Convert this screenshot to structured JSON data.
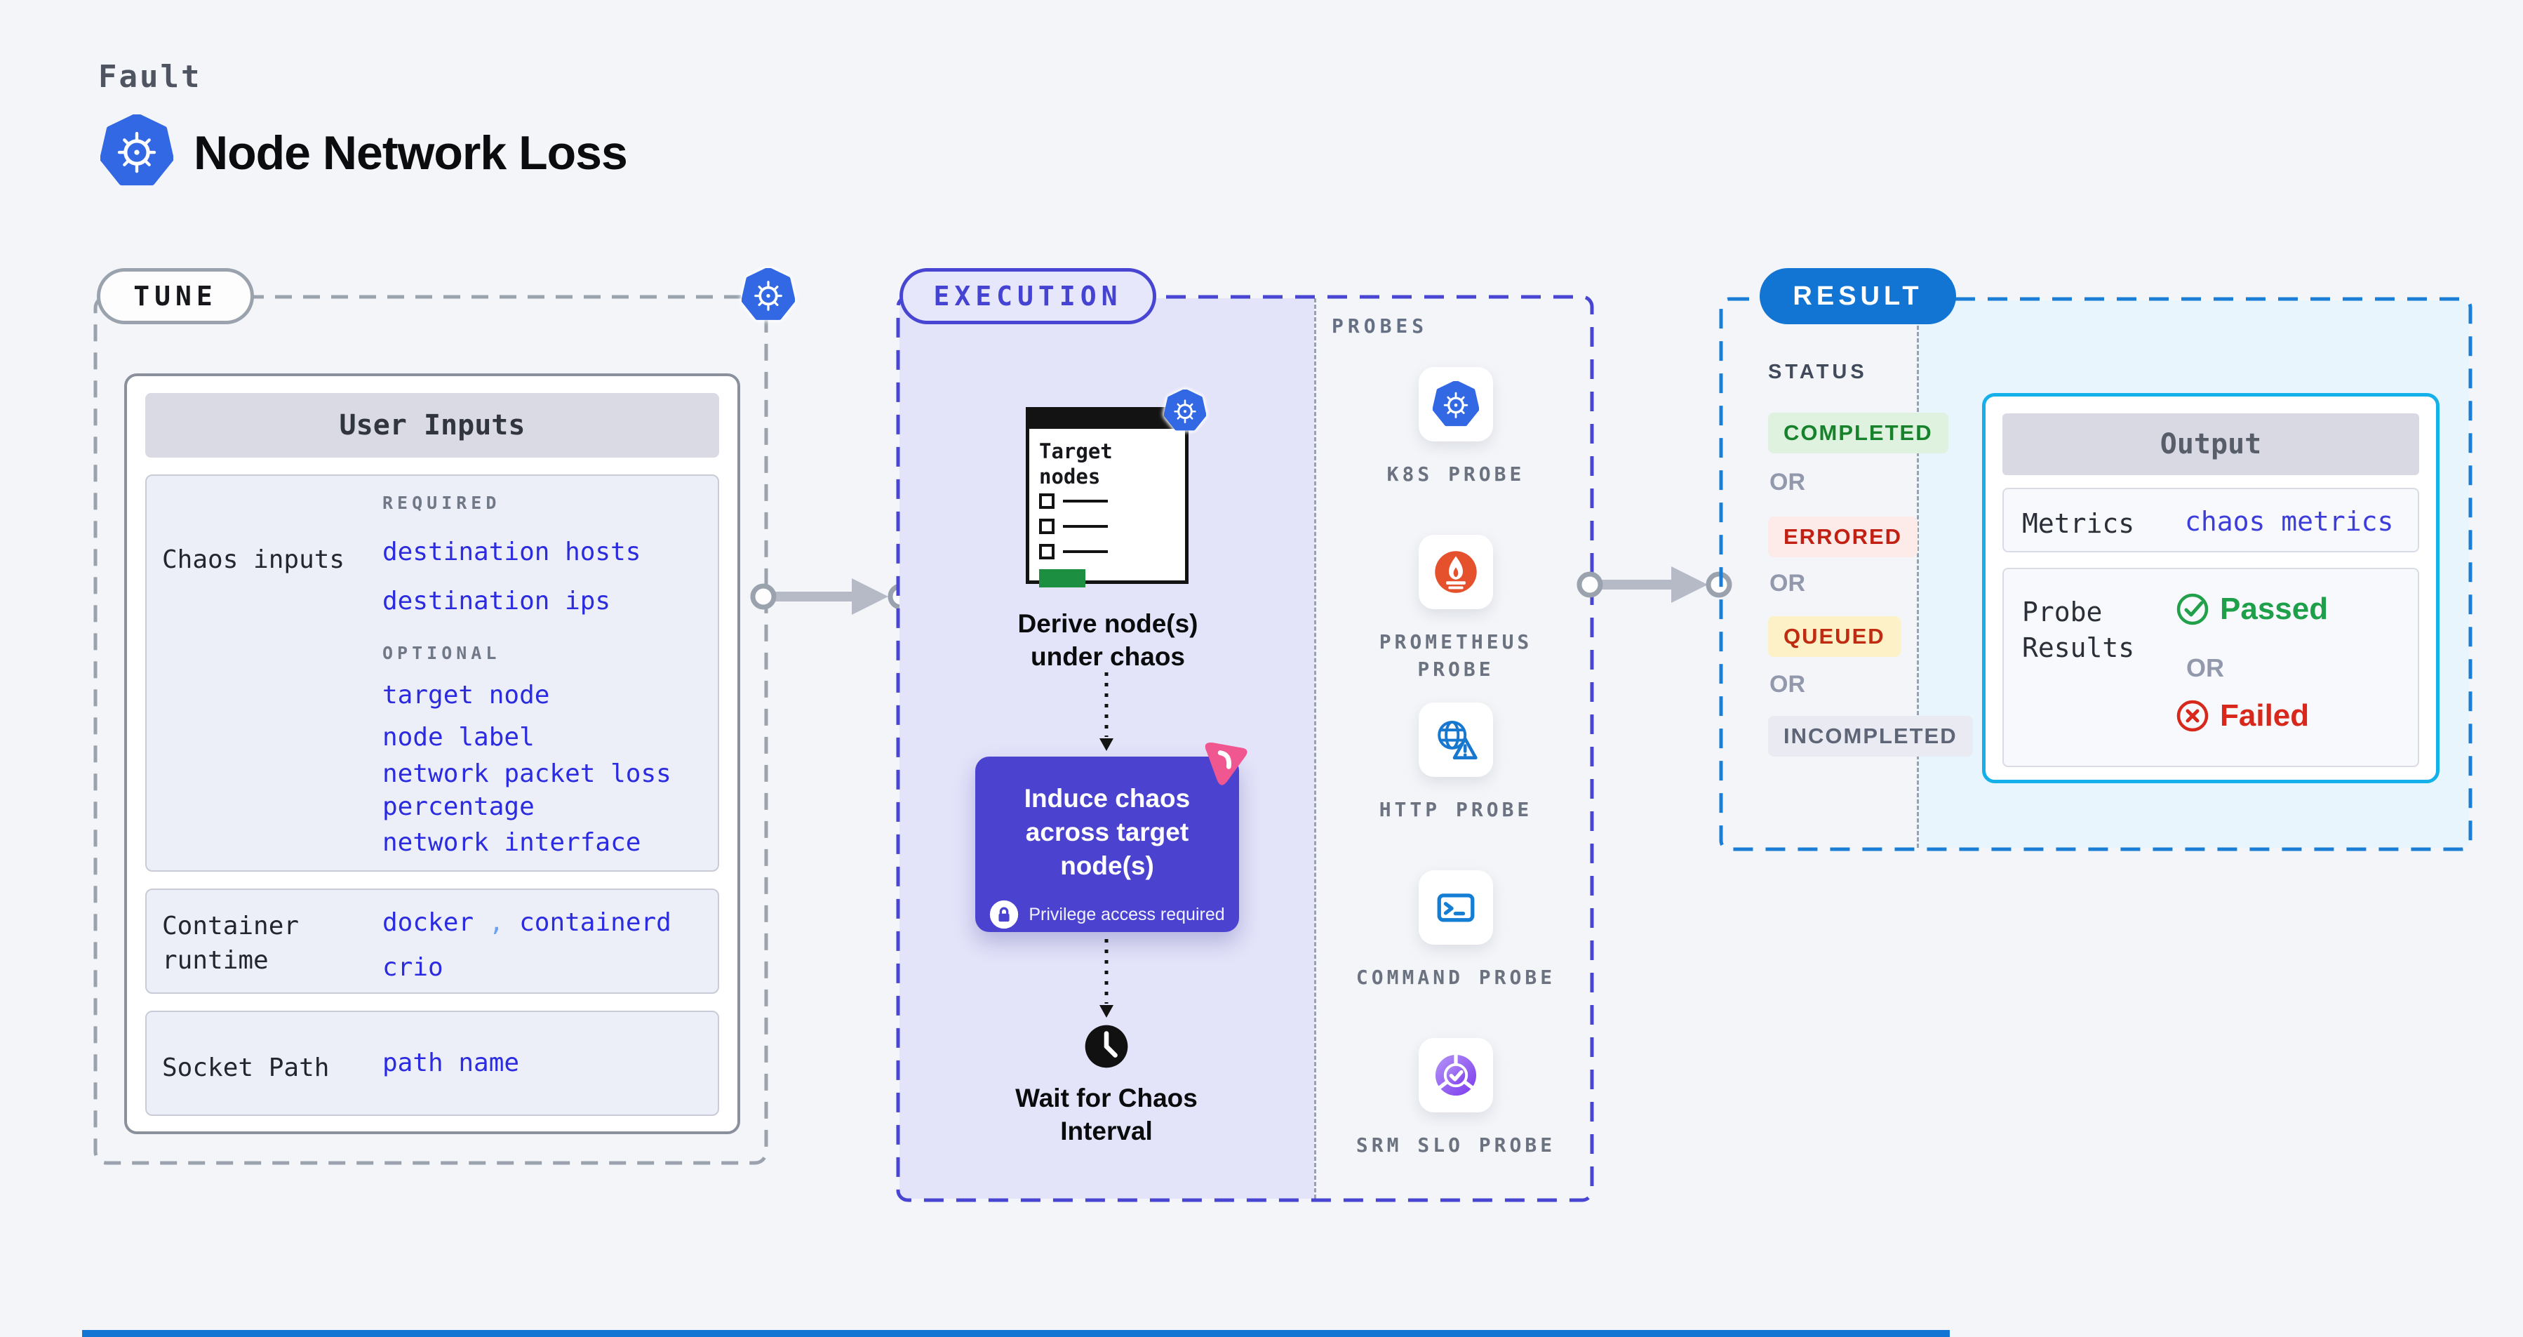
{
  "page": {
    "fault_label": "Fault",
    "title": "Node Network Loss"
  },
  "tune": {
    "pill_label": "TUNE",
    "card_header": "User Inputs",
    "chaos_row": {
      "label": "Chaos inputs",
      "required_label": "REQUIRED",
      "required_items": [
        "destination hosts",
        "destination ips"
      ],
      "optional_label": "OPTIONAL",
      "optional_items": [
        "target node",
        "node label",
        "network packet loss percentage",
        "network interface"
      ]
    },
    "runtime_row": {
      "label": "Container runtime",
      "values": [
        "docker",
        "containerd",
        "crio"
      ],
      "separator": ","
    },
    "socket_row": {
      "label": "Socket Path",
      "value": "path name"
    }
  },
  "execution": {
    "pill_label": "EXECUTION",
    "target_nodes_title": "Target nodes",
    "derive_label": "Derive node(s) under chaos",
    "induce_label": "Induce chaos across target node(s)",
    "privilege_label": "Privilege access required",
    "wait_label": "Wait for Chaos Interval"
  },
  "probes": {
    "section_label": "PROBES",
    "items": [
      {
        "label": "K8S PROBE",
        "icon": "kubernetes-icon"
      },
      {
        "label": "PROMETHEUS PROBE",
        "icon": "prometheus-icon"
      },
      {
        "label": "HTTP PROBE",
        "icon": "globe-warning-icon"
      },
      {
        "label": "COMMAND PROBE",
        "icon": "terminal-icon"
      },
      {
        "label": "SRM SLO PROBE",
        "icon": "slo-pie-check-icon"
      }
    ]
  },
  "result": {
    "pill_label": "RESULT",
    "status_label": "STATUS",
    "or_label": "OR",
    "statuses": [
      {
        "label": "COMPLETED",
        "text_color": "#17812c",
        "bg_color": "#def2df"
      },
      {
        "label": "ERRORED",
        "text_color": "#c22013",
        "bg_color": "#fcebe9"
      },
      {
        "label": "QUEUED",
        "text_color": "#bf2c11",
        "bg_color": "#fdf1c7"
      },
      {
        "label": "INCOMPLETED",
        "text_color": "#5d6576",
        "bg_color": "#e9eaf2"
      }
    ],
    "output": {
      "header": "Output",
      "metrics_label": "Metrics",
      "metrics_value": "chaos metrics",
      "probe_results_label": "Probe Results",
      "passed_label": "Passed",
      "or_label": "OR",
      "failed_label": "Failed"
    }
  },
  "colors": {
    "accent_indigo": "#4745d1",
    "accent_blue": "#1375d3",
    "accent_cyan": "#14b0ea",
    "mono_value_blue": "#2b2bdf",
    "passed_green": "#1da049",
    "failed_red": "#d7281b",
    "lavender_bg": "#e3e3f9",
    "light_blue_bg": "#e8f5fd"
  }
}
